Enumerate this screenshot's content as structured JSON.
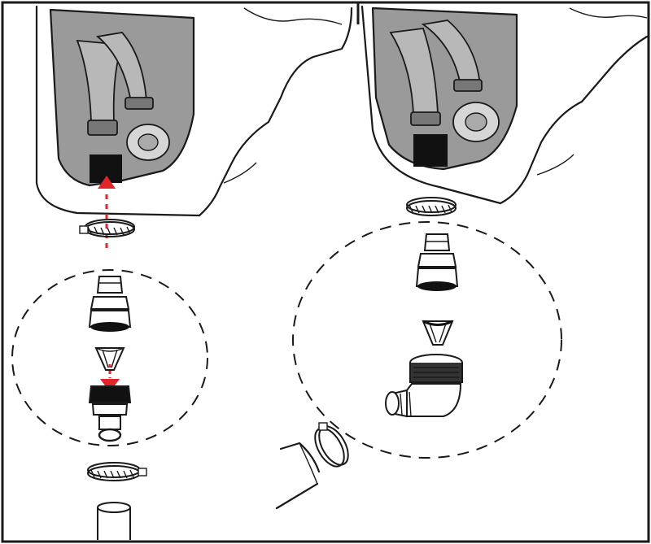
{
  "figure": {
    "panels": [
      "left-panel-exploded-view",
      "right-panel-exploded-view"
    ],
    "colors": {
      "frame": "#1a1a1a",
      "outline": "#1a1a1a",
      "housing_grey": "#9a9a9a",
      "hose_grey": "#b8b8b8",
      "accent_arrow": "#e0262b",
      "background": "#ffffff"
    },
    "left_panel": {
      "components_top_to_bottom": [
        "toilet-base-cutaway",
        "hose-clamp",
        "hose-adapter",
        "duckbill-valve",
        "valve-connector",
        "hose-clamp",
        "discharge-pipe"
      ],
      "arrows": [
        "up-arrow-into-base",
        "down-arrow-valve-into-connector"
      ]
    },
    "right_panel": {
      "components_top_to_bottom": [
        "toilet-base-cutaway",
        "hose-clamp",
        "hose-adapter",
        "duckbill-valve",
        "elbow-fitting",
        "hose-clamp",
        "discharge-hose"
      ]
    }
  }
}
